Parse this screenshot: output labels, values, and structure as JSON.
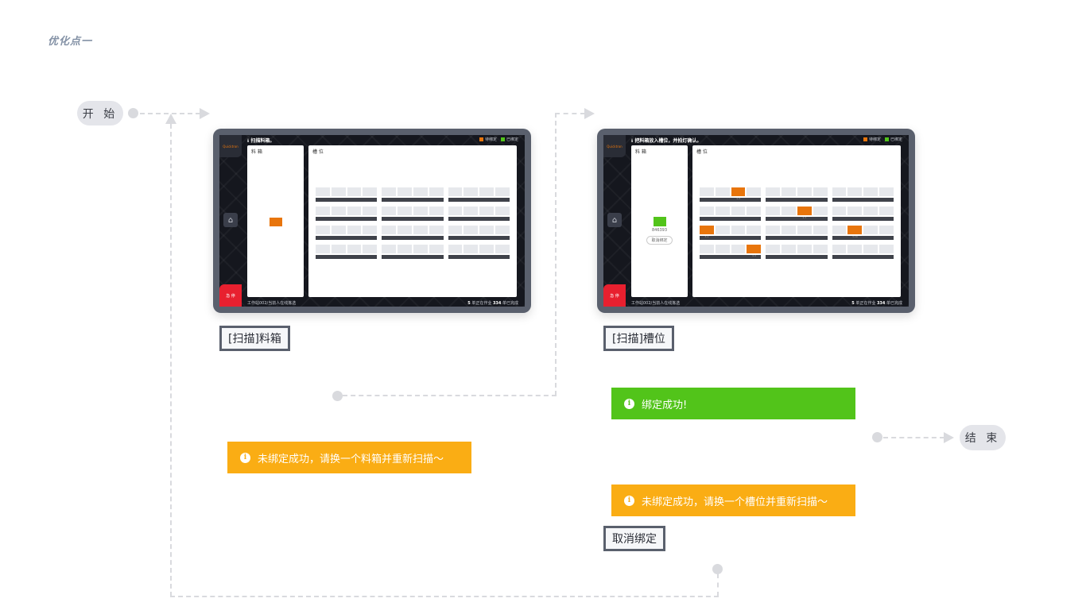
{
  "title": "优化点一",
  "start_label": "开 始",
  "end_label": "结 束",
  "colors": {
    "orange": "#e8750c",
    "green": "#52c41a",
    "warning": "#faad14",
    "accent_red": "#e8202f"
  },
  "screen1": {
    "logo": "Quicktron",
    "top_msg": "扫描料箱。",
    "legend_pending": "待绑定",
    "legend_bound": "已绑定",
    "panel_left_title": "料 箱",
    "panel_right_title": "槽 位",
    "home_icon": "⌂",
    "stop_label": "急 停",
    "bottom_left": "工作站002/当前人在线拣选",
    "bottom_right_n1": "5",
    "bottom_right_t1": "单正在作业",
    "bottom_right_n2": "334",
    "bottom_right_t2": "单已完成"
  },
  "screen2": {
    "logo": "Quicktron",
    "top_msg": "把料箱放入槽位，并拍灯确认。",
    "legend_pending": "待绑定",
    "legend_bound": "已绑定",
    "panel_left_title": "料 箱",
    "panel_right_title": "槽 位",
    "box_code": "846393",
    "unbind_btn": "取消绑定",
    "home_icon": "⌂",
    "stop_label": "急 停",
    "bottom_left": "工作站002/当前人在线拣选",
    "bottom_right_n1": "5",
    "bottom_right_t1": "单正在作业",
    "bottom_right_n2": "334",
    "bottom_right_t2": "单已完成",
    "slot_labels": {
      "a": "1-3",
      "b": "2-7",
      "c": "3-1",
      "d": "3-10",
      "e": "4-4"
    }
  },
  "tag_scan_box": "[扫描]料箱",
  "tag_scan_slot": "[扫描]槽位",
  "tag_unbind": "取消绑定",
  "alert_bind_success": "绑定成功!",
  "alert_box_fail": "未绑定成功，请换一个料箱并重新扫描～",
  "alert_slot_fail": "未绑定成功，请换一个槽位并重新扫描～"
}
